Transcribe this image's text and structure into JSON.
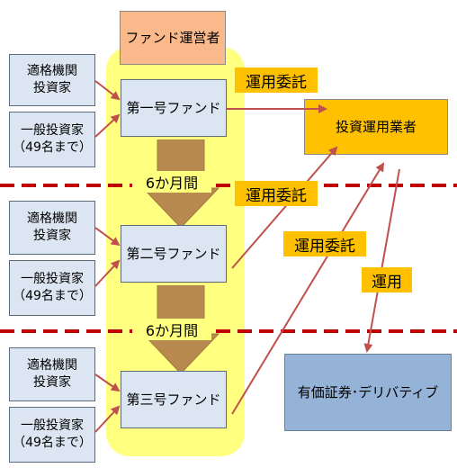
{
  "operator": "ファンド運営者",
  "funds": [
    "第一号ファンド",
    "第二号ファンド",
    "第三号ファンド"
  ],
  "investors": {
    "qualified": "適格機関\n投資家",
    "general": "一般投資家\n（49名まで）"
  },
  "period": "6か月間",
  "manager": "投資運用業者",
  "securities": "有価証券･デリバティブ",
  "labels": {
    "entrust1": "運用委託",
    "entrust2": "運用委託",
    "entrust3": "運用委託",
    "operate": "運用"
  },
  "colors": {
    "highlight": "#ffff80",
    "operator_box": "#f9b98a",
    "manager_box": "#ffc000",
    "securities_box": "#95b3d7",
    "investor_box": "#dce6f2",
    "arrow": "#c0504d",
    "dashed_line": "#c00000",
    "down_arrow": "#c09050"
  }
}
